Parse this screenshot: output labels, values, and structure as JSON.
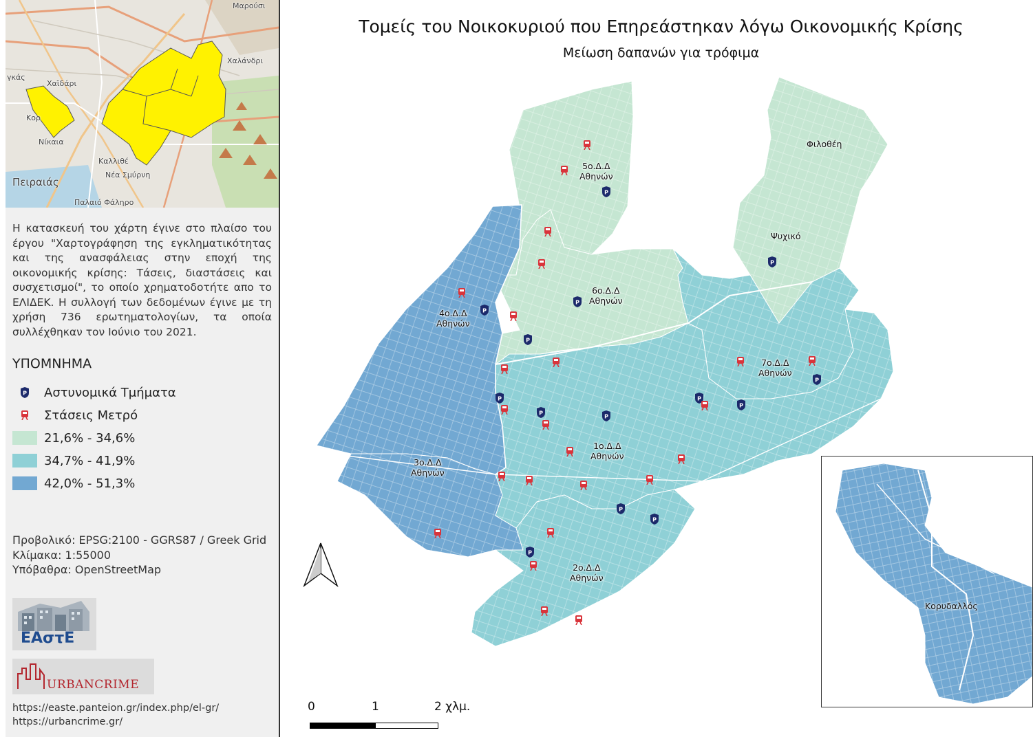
{
  "map": {
    "title": "Τομείς του Νοικοκυριού που Επηρεάστηκαν λόγω Οικονομικής Κρίσης",
    "subtitle": "Μείωση δαπανών για τρόφιμα"
  },
  "description": "Η κατασκευή του χάρτη έγινε στο πλαίσο του έργου \"Χαρτογράφηση της εγκληματικότητας και της ανασφάλειας στην εποχή της οικονομικής κρίσης: Τάσεις, διαστάσεις και συσχετισμοί\", το οποίο χρηματοδοτήτε απο το ΕΛΙΔΕΚ. Η συλλογή των δεδομένων έγινε με τη χρήση 736 ερωτηματολογίων, τα οποία συλλέχθηκαν τον Ιούνιο του 2021.",
  "legend": {
    "title": "ΥΠΟΜΝΗΜΑ",
    "police_label": "Αστυνομικά Τμήματα",
    "metro_label": "Στάσεις Μετρό",
    "classes": [
      {
        "label": "21,6% - 34,6%",
        "color": "#c5e6d2"
      },
      {
        "label": "34,7% - 41,9%",
        "color": "#8fd0d6"
      },
      {
        "label": "42,0% - 51,3%",
        "color": "#72a8d2"
      }
    ]
  },
  "meta": {
    "projection": "Προβολικό: EPSG:2100 - GGRS87 / Greek Grid",
    "scale": "Κλίμακα: 1:55000",
    "basemap": "Υπόβαθρα: OpenStreetMap"
  },
  "logos": {
    "easte": "ΕΑστΕ",
    "urbancrime": "URBANCRIME"
  },
  "links": [
    "https://easte.panteion.gr/index.php/el-gr/",
    "https://urbancrime.gr/"
  ],
  "districts": [
    {
      "name": "1o.Δ.Δ",
      "sub": "Αθηνών"
    },
    {
      "name": "2o.Δ.Δ",
      "sub": "Αθηνών"
    },
    {
      "name": "3o.Δ.Δ",
      "sub": "Αθηνών"
    },
    {
      "name": "4o.Δ.Δ",
      "sub": "Αθηνών"
    },
    {
      "name": "5o.Δ.Δ",
      "sub": "Αθηνών"
    },
    {
      "name": "6o.Δ.Δ",
      "sub": "Αθηνών"
    },
    {
      "name": "7o.Δ.Δ",
      "sub": "Αθηνών"
    }
  ],
  "municipalities": {
    "filothei": "Φιλοθέη",
    "psychiko": "Ψυχικό",
    "korydallos": "Κορυδαλλός"
  },
  "overview_labels": {
    "marousi": "Μαρούσι",
    "chalandri": "Χαλάνδρι",
    "chaidari": "Χαϊδάρι",
    "korydallos": "Κορ",
    "nikaia": "Νίκαια",
    "kallithea": "Καλλιθέ",
    "nea_smyrni": "Νέα Σμύρνη",
    "peiraias": "Πειραιάς",
    "palaio_faliro": "Παλαιό Φάληρο",
    "aigaleo": "γκάς"
  },
  "scalebar": {
    "labels": [
      "0",
      "1",
      "2 χλμ."
    ]
  },
  "north_arrow": "north-arrow",
  "colors": {
    "police": "#1c2a6b",
    "metro": "#d9343b",
    "overview_fill": "#fff200"
  }
}
